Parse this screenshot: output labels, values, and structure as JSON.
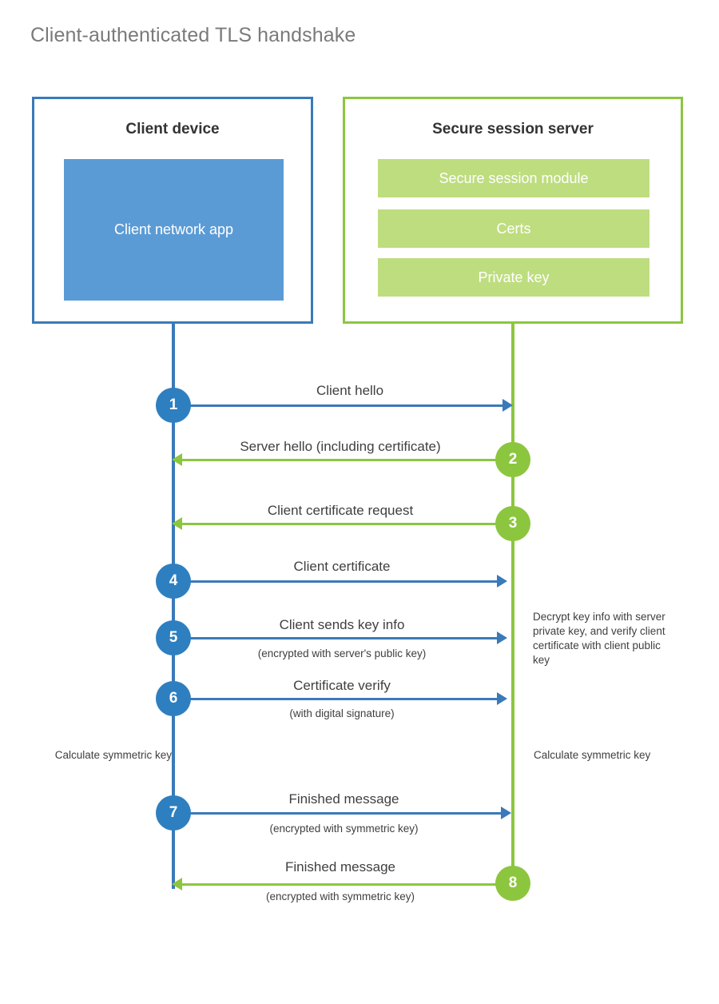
{
  "title": "Client-authenticated TLS handshake",
  "colors": {
    "client_blue": "#3a7ab8",
    "client_circle_blue": "#2e7fc0",
    "client_app_blue": "#5b9bd5",
    "server_green": "#8cc63f",
    "server_block_green": "#bedd7f",
    "title_gray": "#7a7a7a",
    "text_gray": "#3f3f3f"
  },
  "client": {
    "title": "Client device",
    "blocks": [
      {
        "label": "Client network app"
      }
    ]
  },
  "server": {
    "title": "Secure session server",
    "blocks": [
      {
        "label": "Secure session module"
      },
      {
        "label": "Certs"
      },
      {
        "label": "Private key"
      }
    ]
  },
  "steps": [
    {
      "number": "1",
      "label": "Client hello",
      "sublabel": "",
      "direction": "client-to-server",
      "origin": "client"
    },
    {
      "number": "2",
      "label": "Server hello (including certificate)",
      "sublabel": "",
      "direction": "server-to-client",
      "origin": "server"
    },
    {
      "number": "3",
      "label": "Client certificate request",
      "sublabel": "",
      "direction": "server-to-client",
      "origin": "server"
    },
    {
      "number": "4",
      "label": "Client certificate",
      "sublabel": "",
      "direction": "client-to-server",
      "origin": "client"
    },
    {
      "number": "5",
      "label": "Client sends key info",
      "sublabel": "(encrypted with server's public key)",
      "direction": "client-to-server",
      "origin": "client"
    },
    {
      "number": "6",
      "label": "Certificate verify",
      "sublabel": "(with digital signature)",
      "direction": "client-to-server",
      "origin": "client"
    },
    {
      "number": "7",
      "label": "Finished message",
      "sublabel": "(encrypted with symmetric key)",
      "direction": "client-to-server",
      "origin": "client"
    },
    {
      "number": "8",
      "label": "Finished message",
      "sublabel": "(encrypted with symmetric key)",
      "direction": "server-to-client",
      "origin": "server"
    }
  ],
  "notes": {
    "server_decrypt": "Decrypt key info with server private key, and verify client certificate with client public key",
    "client_calculate": "Calculate symmetric key",
    "server_calculate": "Calculate symmetric key"
  }
}
